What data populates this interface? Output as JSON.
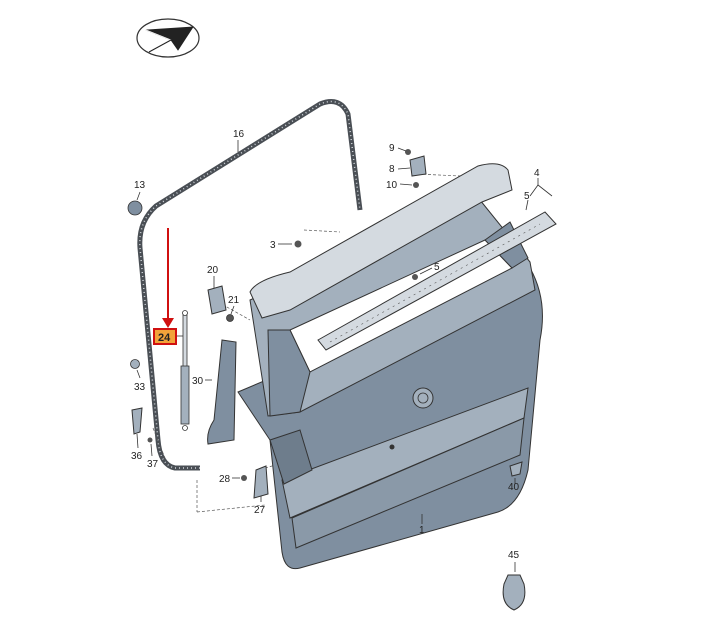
{
  "colors": {
    "panel_dark": "#7f8fa0",
    "panel_mid": "#a3b0bd",
    "panel_light": "#d4dae0",
    "outline": "#333333",
    "highlight_box": "#f2a33a",
    "highlight_border": "#d01010",
    "arrow": "#d01010"
  },
  "icons": {
    "logo": "paper-plane-logo-icon"
  },
  "highlighted_part": "24",
  "labels": {
    "p1": "1",
    "p3": "3",
    "p4": "4",
    "p5a": "5",
    "p5b": "5",
    "p8": "8",
    "p9": "9",
    "p10": "10",
    "p13": "13",
    "p16": "16",
    "p20": "20",
    "p21": "21",
    "p24": "24",
    "p27": "27",
    "p28": "28",
    "p30": "30",
    "p33": "33",
    "p36": "36",
    "p37": "37",
    "p40": "40",
    "p45": "45"
  }
}
